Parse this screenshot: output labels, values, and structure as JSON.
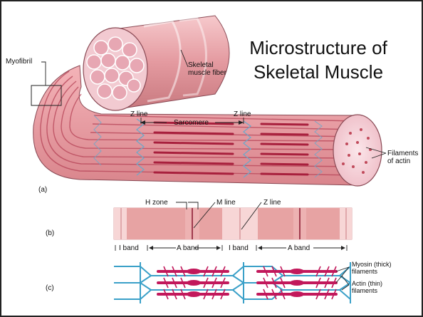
{
  "title": {
    "line1": "Microstructure of",
    "line2": "Skeletal Muscle"
  },
  "labels": {
    "myofibril": "Myofibril",
    "skeletal_fiber_1": "Skeletal",
    "skeletal_fiber_2": "muscle fiber",
    "z_line_left": "Z line",
    "z_line_right": "Z line",
    "sarcomere": "Sarcomere",
    "filaments_actin_1": "Filaments",
    "filaments_actin_2": "of actin",
    "panel_a": "(a)",
    "h_zone": "H zone",
    "m_line": "M line",
    "z_line_b": "Z line",
    "panel_b": "(b)",
    "i_band_1": "I band",
    "a_band_1": "A band",
    "i_band_2": "I band",
    "a_band_2": "A band",
    "panel_c": "(c)",
    "myosin_1": "Myosin (thick)",
    "myosin_2": "filaments",
    "actin_1": "Actin (thin)",
    "actin_2": "filaments"
  },
  "colors": {
    "muscle_pink": "#e8a4a8",
    "muscle_dark": "#c0495a",
    "band_light": "#f3c5c5",
    "band_dark": "#e7a3a3",
    "myosin": "#c2185b",
    "actin": "#3aa0c8"
  }
}
